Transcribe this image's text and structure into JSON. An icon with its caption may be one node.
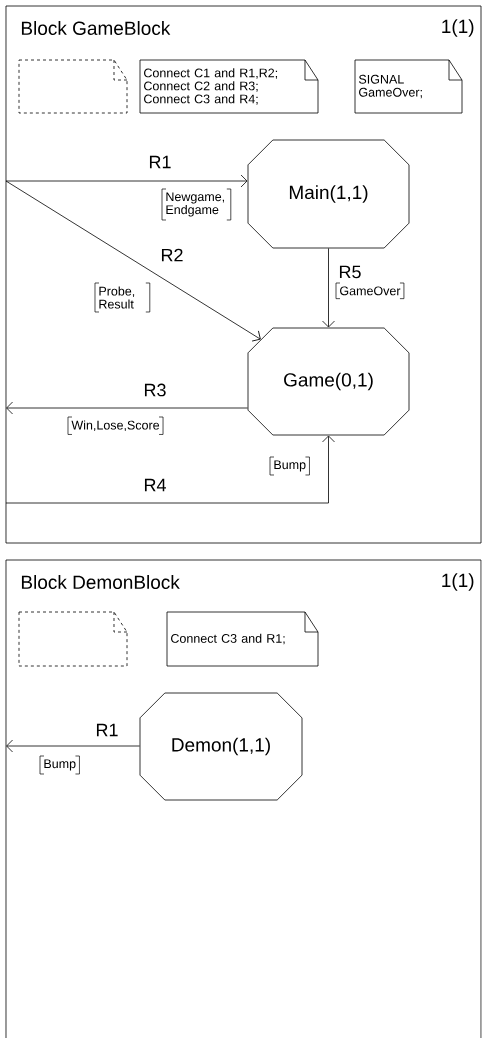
{
  "diagram": {
    "nodes": [
      {
        "text": [
          "Block GameBlock",
          "1(1)"
        ]
      },
      {
        "text": [],
        "shape": "note",
        "in": 0
      },
      {
        "text": [
          "Connect C1 and R1,R2; Connect C2 and R3; Connect C3 and R4;"
        ],
        "in": 0
      },
      {
        "text": [
          "SIGNAL GameOver;"
        ],
        "in": 0
      },
      {
        "text": [
          "Main(1,1)"
        ],
        "in": 0
      },
      {
        "text": [
          "Game(0,1)"
        ],
        "in": 0
      },
      {
        "text": [
          "Block DemonBlock",
          "1(1)"
        ]
      },
      {
        "text": [],
        "shape": "note",
        "in": 6
      },
      {
        "text": [
          "Connect C3 and R1;"
        ],
        "in": 6
      },
      {
        "text": [
          "Demon(1,1)"
        ],
        "in": 6
      }
    ],
    "edges": [
      {
        "from": null,
        "to": 4,
        "arrow": "to",
        "label": "R1"
      },
      {
        "from": null,
        "to": 5,
        "arrow": "to",
        "label": "R2"
      },
      {
        "from": 5,
        "to": null,
        "arrow": "to",
        "label": "R3"
      },
      {
        "from": null,
        "to": 5,
        "arrow": "to",
        "label": "R4"
      },
      {
        "from": 4,
        "to": 5,
        "arrow": "to",
        "label": "R5"
      },
      {
        "from": 9,
        "to": null,
        "arrow": "to",
        "label": "R1"
      }
    ],
    "labels": [
      "Newgame, Endgame",
      "Probe, Result",
      "GameOver",
      "Win,Lose,Score",
      "Bump",
      "Bump"
    ]
  }
}
